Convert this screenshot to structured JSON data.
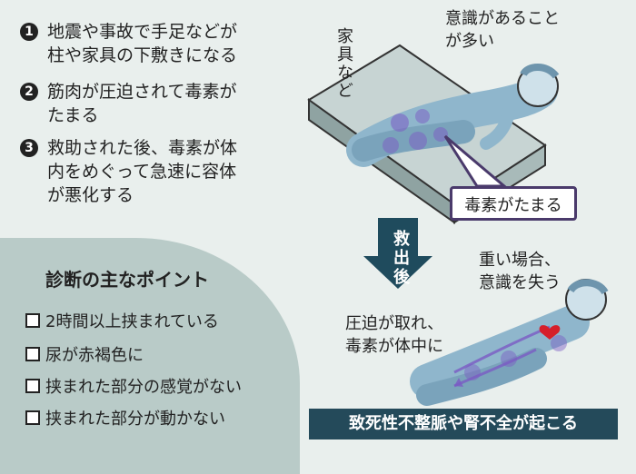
{
  "steps": [
    {
      "num": "1",
      "text": "地震や事故で手足などが\n柱や家具の下敷きになる"
    },
    {
      "num": "2",
      "text": "筋肉が圧迫されて毒素が\nたまる"
    },
    {
      "num": "3",
      "text": "救助された後、毒素が体\n内をめぐって急速に容体\nが悪化する"
    }
  ],
  "diagnosis": {
    "title": "診断の主なポイント",
    "items": [
      "2時間以上挟まれている",
      "尿が赤褐色に",
      "挟まれた部分の感覚がない",
      "挟まれた部分が動かない"
    ]
  },
  "labels": {
    "furniture": "家具など",
    "conscious": "意識があること\nが多い",
    "toxin_accumulates": "毒素がたまる",
    "after_rescue": "救出後",
    "serious": "重い場合、\n意識を失う",
    "released": "圧迫が取れ、\n毒素が体中に",
    "banner": "致死性不整脈や腎不全が起こる"
  },
  "colors": {
    "background": "#e9efed",
    "blob": "#b9cbc8",
    "arrow": "#1f4b5d",
    "banner": "#244a5a",
    "toxin": "#7b5bc4",
    "heart": "#d61f2a"
  }
}
